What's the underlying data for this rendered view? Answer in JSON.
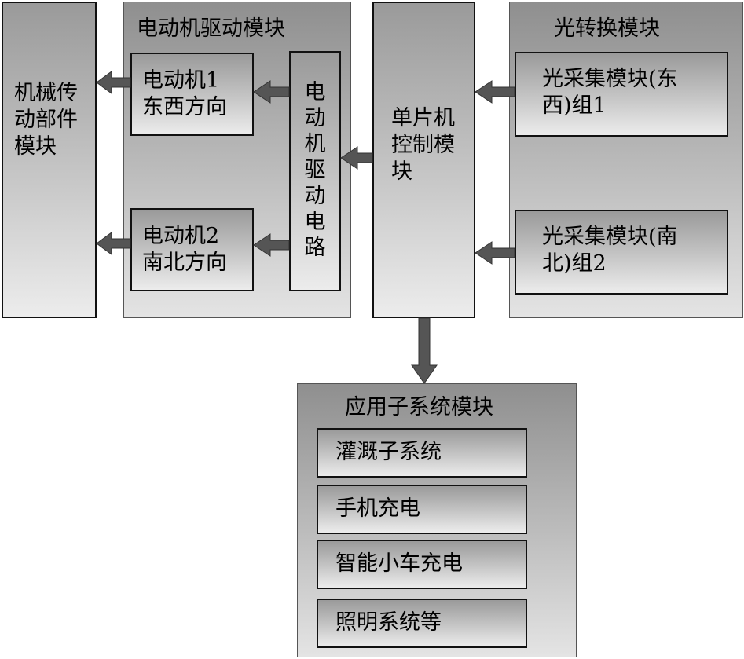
{
  "mechanical": {
    "label": "机械传动部件模块"
  },
  "motor_drive_module": {
    "title": "电动机驱动模块",
    "motor1": {
      "line1": "电动机1",
      "line2": "东西方向"
    },
    "motor2": {
      "line1": "电动机2",
      "line2": "南北方向"
    },
    "driver_circuit": "电动机驱动电路"
  },
  "mcu": {
    "label": "单片机控制模块"
  },
  "light_module": {
    "title": "光转换模块",
    "group1": {
      "line1": "光采集模块(东",
      "line2": "西)组1"
    },
    "group2": {
      "line1": "光采集模块(南",
      "line2": "北)组2"
    }
  },
  "app_module": {
    "title": "应用子系统模块",
    "items": [
      "灌溉子系统",
      "手机充电",
      "智能小车充电",
      "照明系统等"
    ]
  },
  "colors": {
    "arrow": "#555555",
    "border": "#111111"
  }
}
